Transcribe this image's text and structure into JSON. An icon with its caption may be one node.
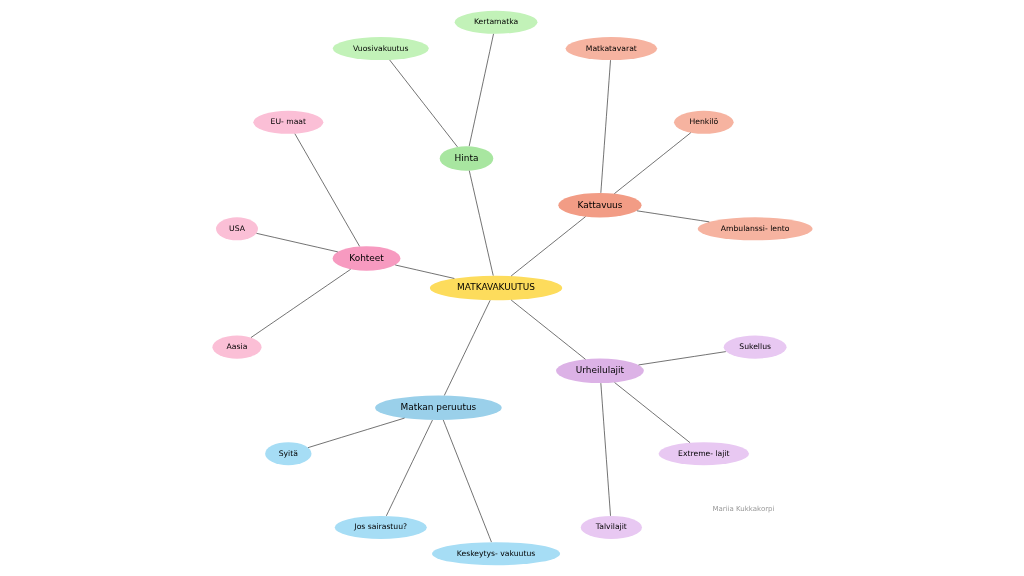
{
  "diagram": {
    "nodes": [
      {
        "text": [
          "MATKAVAKUUTUS"
        ]
      },
      {
        "text": [
          "Kattavuus"
        ]
      },
      {
        "text": [
          "Ambulanssi- lento"
        ]
      },
      {
        "text": [
          "Henkilö"
        ]
      },
      {
        "text": [
          "Matkatavarat"
        ]
      },
      {
        "text": [
          "Hinta"
        ]
      },
      {
        "text": [
          "Kertamatka"
        ]
      },
      {
        "text": [
          "Vuosivakuutus"
        ]
      },
      {
        "text": [
          "Kohteet"
        ]
      },
      {
        "text": [
          "EU- maat"
        ]
      },
      {
        "text": [
          "USA"
        ]
      },
      {
        "text": [
          "Aasia"
        ]
      },
      {
        "text": [
          "Matkan peruutus"
        ]
      },
      {
        "text": [
          "Syitä"
        ]
      },
      {
        "text": [
          "Jos sairastuu?"
        ]
      },
      {
        "text": [
          "Keskeytys- vakuutus"
        ]
      },
      {
        "text": [
          "Urheilulajit"
        ]
      },
      {
        "text": [
          "Talvilajit"
        ]
      },
      {
        "text": [
          "Extreme- lajit"
        ]
      },
      {
        "text": [
          "Sukellus"
        ]
      }
    ],
    "edges": [
      {
        "from": 0,
        "to": 1,
        "arrow": "none"
      },
      {
        "from": 1,
        "to": 2,
        "arrow": "none"
      },
      {
        "from": 1,
        "to": 3,
        "arrow": "none"
      },
      {
        "from": 1,
        "to": 4,
        "arrow": "none"
      },
      {
        "from": 0,
        "to": 5,
        "arrow": "none"
      },
      {
        "from": 5,
        "to": 6,
        "arrow": "none"
      },
      {
        "from": 5,
        "to": 7,
        "arrow": "none"
      },
      {
        "from": 0,
        "to": 8,
        "arrow": "none"
      },
      {
        "from": 8,
        "to": 9,
        "arrow": "none"
      },
      {
        "from": 8,
        "to": 10,
        "arrow": "none"
      },
      {
        "from": 8,
        "to": 11,
        "arrow": "none"
      },
      {
        "from": 0,
        "to": 12,
        "arrow": "none"
      },
      {
        "from": 12,
        "to": 13,
        "arrow": "none"
      },
      {
        "from": 12,
        "to": 14,
        "arrow": "none"
      },
      {
        "from": 12,
        "to": 15,
        "arrow": "none"
      },
      {
        "from": 0,
        "to": 16,
        "arrow": "none"
      },
      {
        "from": 16,
        "to": 17,
        "arrow": "none"
      },
      {
        "from": 16,
        "to": 18,
        "arrow": "none"
      },
      {
        "from": 16,
        "to": 19,
        "arrow": "none"
      }
    ],
    "labels": [
      "Mariia Kukkakorpi"
    ]
  }
}
